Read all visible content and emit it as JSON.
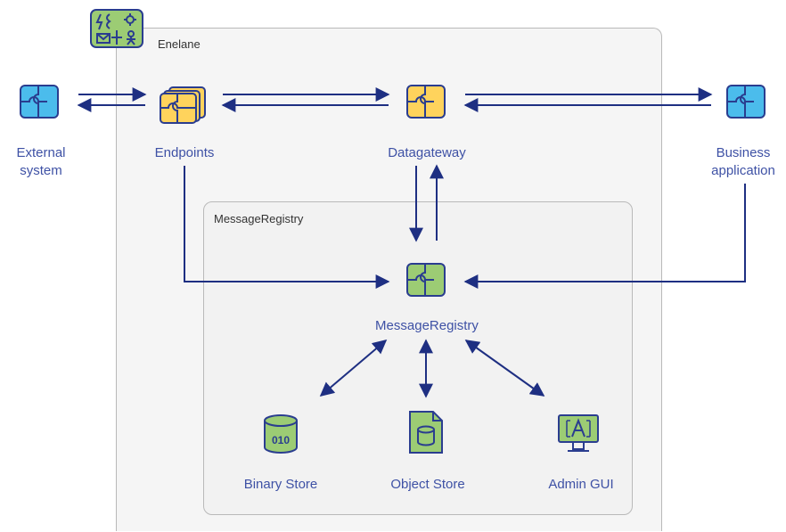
{
  "containers": {
    "enelane": "Enelane",
    "message_registry": "MessageRegistry"
  },
  "nodes": {
    "external_system": [
      "External",
      "system"
    ],
    "endpoints": "Endpoints",
    "datagateway": "Datagateway",
    "business_application": [
      "Business",
      "application"
    ],
    "message_registry": "MessageRegistry",
    "binary_store": "Binary Store",
    "object_store": "Object Store",
    "admin_gui": "Admin GUI"
  },
  "icons": {
    "logo": "enelane-logo-icon",
    "external_system": "puzzle-icon",
    "endpoints": "puzzle-stack-icon",
    "datagateway": "puzzle-icon",
    "business_application": "puzzle-icon",
    "message_registry": "puzzle-icon",
    "binary_store": "database-icon",
    "object_store": "file-database-icon",
    "admin_gui": "monitor-icon"
  },
  "binary_store_glyph": "010",
  "colors": {
    "arrow": "#1e2f82",
    "label": "#3e51a5",
    "puzzle_blue": "#4bbcec",
    "puzzle_yellow": "#ffd35c",
    "puzzle_green": "#9ccc74",
    "outline": "#2a3d8f",
    "container_bg": "#f5f5f5",
    "container_border": "#b9b9b9"
  }
}
